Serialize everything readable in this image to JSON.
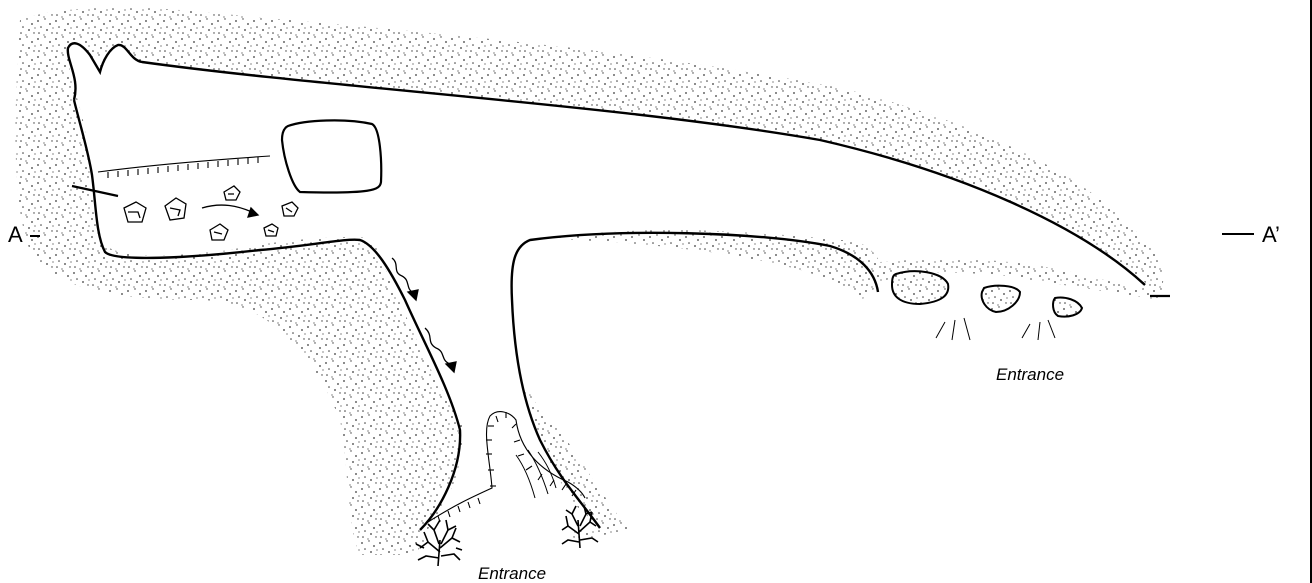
{
  "section": {
    "start_label": "A",
    "end_label": "A’"
  },
  "entrances": [
    {
      "label": "Entrance"
    },
    {
      "label": "Entrance"
    }
  ],
  "colors": {
    "ink": "#000000",
    "rock_stipple": "#3a3a3a",
    "background": "#ffffff"
  },
  "icons": {
    "boulders": "boulder-icon",
    "flow_arrows": "flow-arrow-icon",
    "vegetation": "shrub-icon",
    "slope_marks": "hachure-icon"
  }
}
